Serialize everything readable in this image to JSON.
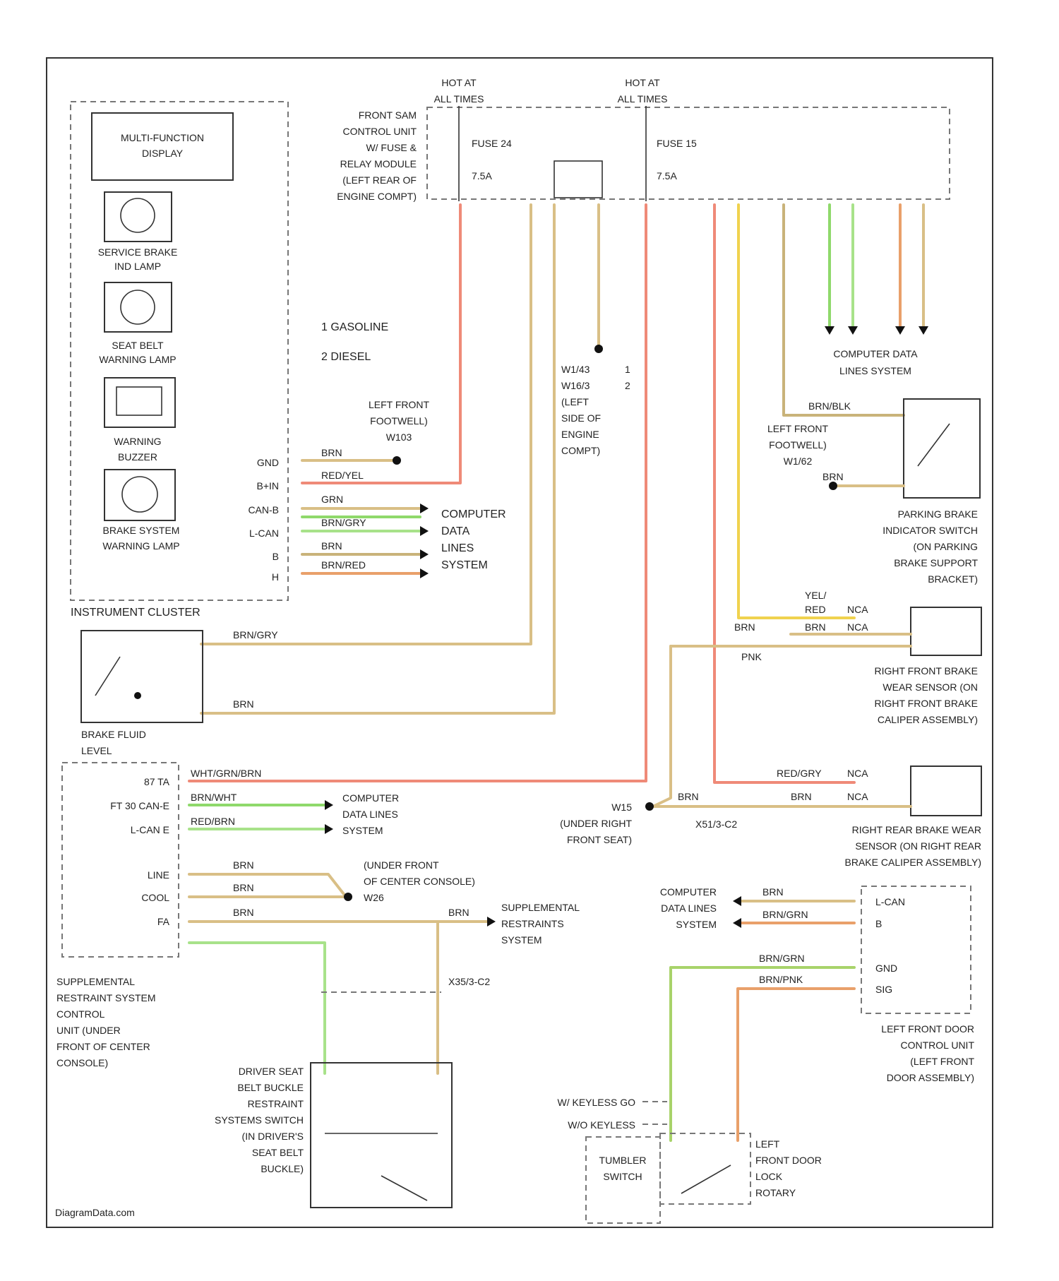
{
  "watermark": "DiagramData.com",
  "colors": {
    "red": "#ef8a78",
    "tan": "#d9bf86",
    "yellow": "#f0d24e",
    "green": "#8fd96b",
    "orange": "#e9a06a",
    "lightgreen": "#a8e28a",
    "brown": "#c9a36a",
    "frame": "#333333"
  },
  "top": {
    "hot1": [
      "HOT AT",
      "ALL TIMES"
    ],
    "hot2": [
      "HOT AT",
      "ALL TIMES"
    ],
    "fuse1": "FUSE 24",
    "fuse1_amp": "7.5A",
    "fuse2": "FUSE 15",
    "fuse2_amp": "7.5A",
    "sam": [
      "FRONT SAM",
      "CONTROL UNIT",
      "W/ FUSE &",
      "RELAY MODULE",
      "(LEFT REAR OF",
      "ENGINE COMPT)"
    ]
  },
  "legend": {
    "item1": "1  GASOLINE",
    "item2": "2  DIESEL"
  },
  "cluster": {
    "mfd": [
      "MULTI-FUNCTION",
      "DISPLAY"
    ],
    "service_brake": [
      "SERVICE BRAKE",
      "IND LAMP"
    ],
    "seat_belt": [
      "SEAT BELT",
      "WARNING LAMP"
    ],
    "buzzer": [
      "WARNING",
      "BUZZER"
    ],
    "brake_system": [
      "BRAKE SYSTEM",
      "WARNING LAMP"
    ],
    "label": "INSTRUMENT CLUSTER",
    "pins": [
      "GND",
      "B+IN",
      "CAN-B",
      "L-CAN",
      "B",
      "H"
    ]
  },
  "cdl": {
    "main": [
      "COMPUTER",
      "DATA",
      "LINES",
      "SYSTEM"
    ],
    "top": [
      "COMPUTER DATA",
      "LINES SYSTEM"
    ],
    "srs": [
      "COMPUTER",
      "DATA LINES",
      "SYSTEM"
    ],
    "door": [
      "COMPUTER",
      "DATA LINES",
      "SYSTEM"
    ]
  },
  "grounds": {
    "lf_footwell_1": [
      "LEFT FRONT",
      "FOOTWELL)",
      "W103"
    ],
    "engine": [
      "W1/43",
      "W16/3",
      "(LEFT",
      "SIDE OF",
      "ENGINE",
      "COMPT)"
    ],
    "engine_nums": [
      "1",
      "2"
    ],
    "lf_footwell_2": [
      "LEFT FRONT",
      "FOOTWELL)",
      "W1/62"
    ],
    "under_seat": [
      "W15",
      "(UNDER RIGHT",
      "FRONT SEAT)"
    ],
    "console": [
      "(UNDER FRONT",
      "OF CENTER CONSOLE)",
      "W26"
    ]
  },
  "components": {
    "parking_brake": [
      "PARKING BRAKE",
      "INDICATOR SWITCH",
      "(ON PARKING",
      "BRAKE SUPPORT",
      "BRACKET)"
    ],
    "rf_wear": [
      "RIGHT FRONT BRAKE",
      "WEAR SENSOR (ON",
      "RIGHT FRONT BRAKE",
      "CALIPER ASSEMBLY)"
    ],
    "rr_wear": [
      "RIGHT REAR BRAKE WEAR",
      "SENSOR (ON RIGHT REAR",
      "BRAKE CALIPER ASSEMBLY)"
    ],
    "brake_fluid": [
      "BRAKE FLUID",
      "LEVEL"
    ],
    "srs_unit": [
      "SUPPLEMENTAL",
      "RESTRAINT SYSTEM",
      "CONTROL",
      "UNIT (UNDER",
      "FRONT OF CENTER",
      "CONSOLE)"
    ],
    "srs_pins": [
      "87 TA",
      "FT 30 CAN-E",
      "L-CAN E",
      "LINE",
      "COOL",
      "FA"
    ],
    "srs_system": [
      "SUPPLEMENTAL",
      "RESTRAINTS",
      "SYSTEM"
    ],
    "buckle": [
      "DRIVER SEAT",
      "BELT BUCKLE",
      "RESTRAINT",
      "SYSTEMS SWITCH",
      "(IN DRIVER'S",
      "SEAT BELT",
      "BUCKLE)"
    ],
    "door_unit": [
      "LEFT FRONT DOOR",
      "CONTROL UNIT",
      "(LEFT FRONT",
      "DOOR ASSEMBLY)"
    ],
    "door_pins": [
      "L-CAN",
      "B",
      "GND",
      "SIG"
    ],
    "lock": [
      "LEFT",
      "FRONT DOOR",
      "LOCK",
      "ROTARY"
    ],
    "tumbler": [
      "TUMBLER",
      "SWITCH"
    ],
    "keyless1": "W/ KEYLESS GO",
    "keyless2": "W/O KEYLESS"
  },
  "wires": {
    "w_brn": "BRN",
    "w_redyel": "RED/YEL",
    "w_grn": "GRN",
    "w_brngry": "BRN/GRY",
    "w_brnred": "BRN/RED",
    "w_brnblk": "BRN/BLK",
    "w_yelred": [
      "YEL/",
      "RED"
    ],
    "w_nca": "NCA",
    "w_redgry": "RED/GRY",
    "w_brnwht": "BRN/WHT",
    "w_wht": "WHT/GRN/BRN",
    "w_brngrn": "BRN/GRN",
    "w_brnpnk": "BRN/PNK",
    "w_redbrn": "RED/BRN",
    "x_c2": "X35/3-C2",
    "x_c1": "X51/3-C2",
    "w_pnk": "PNK"
  }
}
